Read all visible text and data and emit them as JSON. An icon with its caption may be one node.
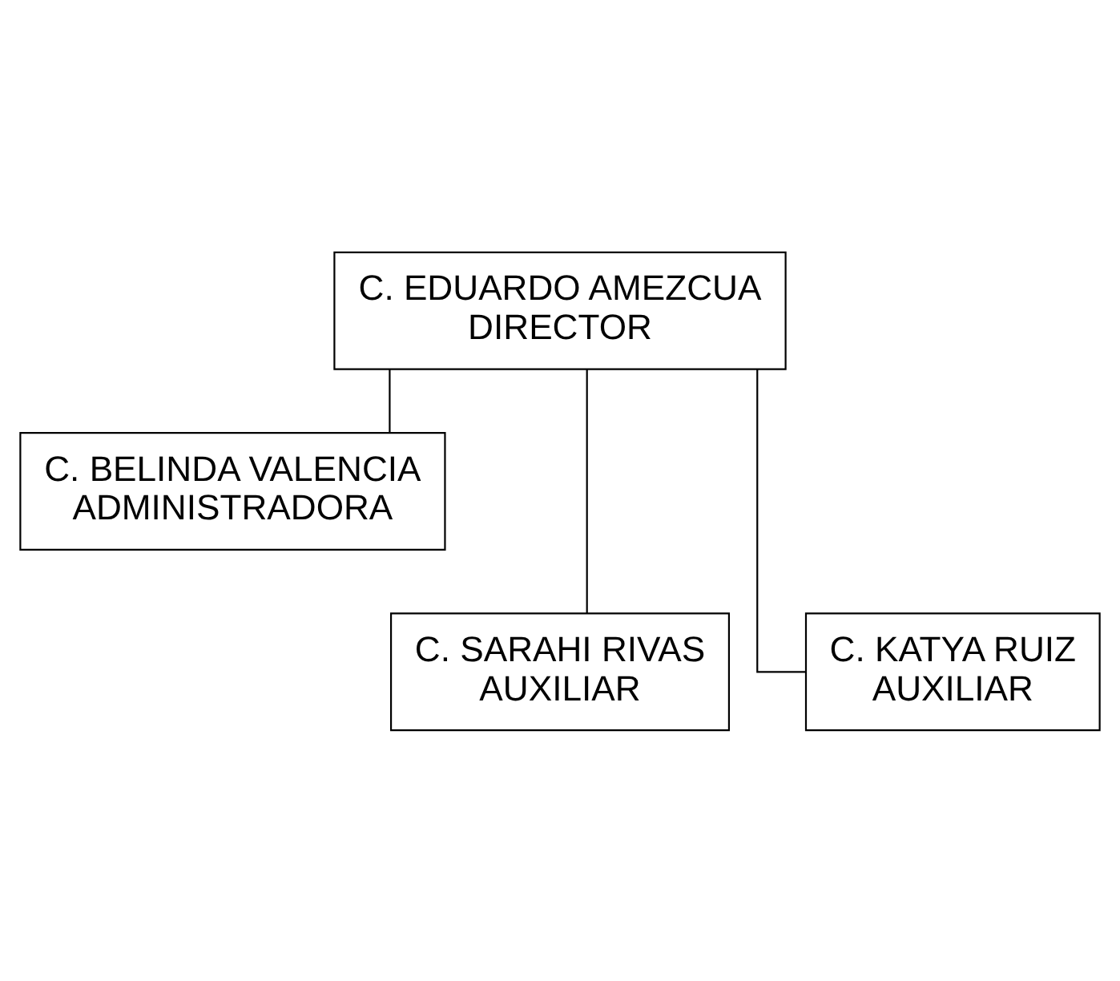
{
  "diagram": {
    "nodes": [
      {
        "text": [
          "C. EDUARDO AMEZCUA",
          "DIRECTOR"
        ]
      },
      {
        "text": [
          "C. BELINDA VALENCIA",
          "ADMINISTRADORA"
        ]
      },
      {
        "text": [
          "C. SARAHI RIVAS",
          "AUXILIAR"
        ]
      },
      {
        "text": [
          "C. KATYA RUIZ",
          "AUXILIAR"
        ]
      }
    ],
    "edges": [
      {
        "from": 0,
        "to": 1,
        "arrow": "none"
      },
      {
        "from": 0,
        "to": 2,
        "arrow": "none"
      },
      {
        "from": 0,
        "to": 3,
        "arrow": "none"
      }
    ]
  }
}
